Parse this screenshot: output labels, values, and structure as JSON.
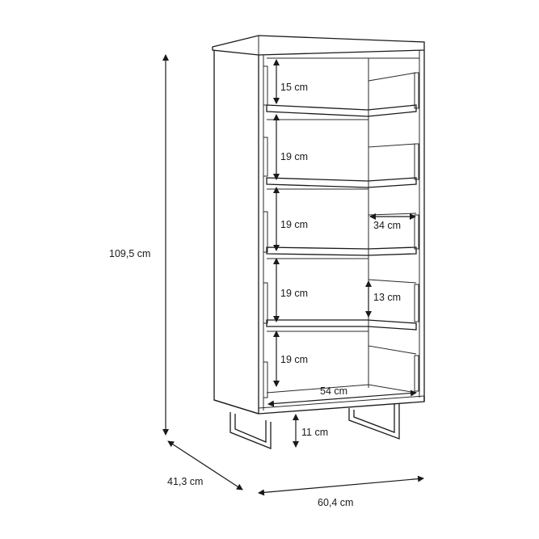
{
  "diagram": {
    "overall_height": "109,5 cm",
    "depth": "41,3 cm",
    "width": "60,4 cm",
    "leg_height": "11 cm",
    "inner_width": "54 cm",
    "inner_depth": "34 cm",
    "drawer_side_height": "13 cm",
    "compartment_heights": [
      "15 cm",
      "19 cm",
      "19 cm",
      "19 cm",
      "19 cm"
    ]
  }
}
